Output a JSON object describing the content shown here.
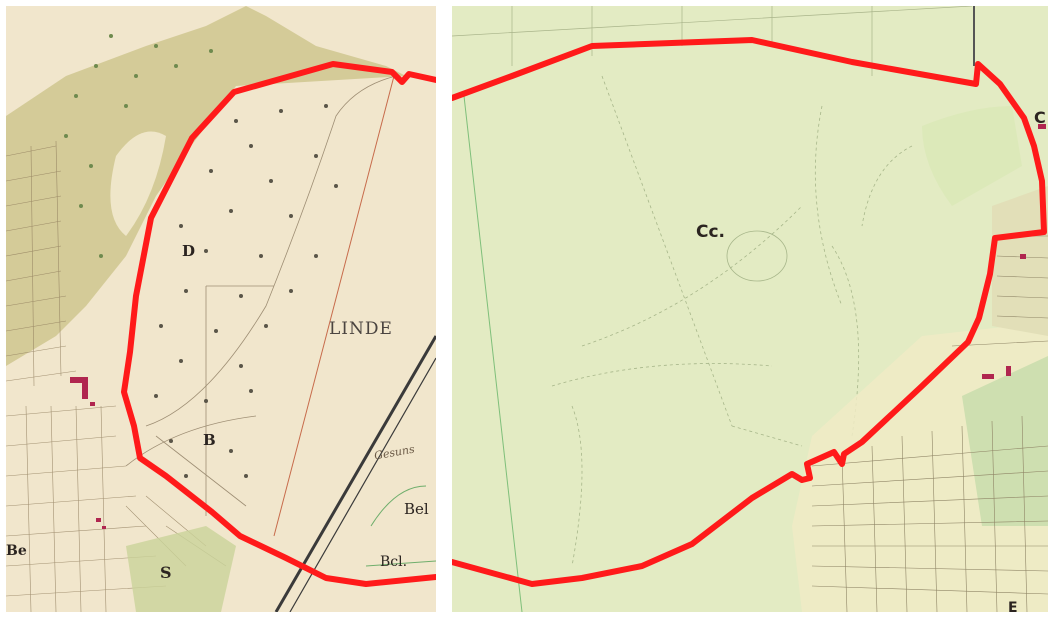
{
  "left_map": {
    "labels": {
      "d": "D",
      "b": "B",
      "s": "S",
      "be": "Be",
      "bel_top": "Bel",
      "bel_bottom": "Bcl.",
      "linde": "LINDE",
      "gesuns": "Gesuns"
    }
  },
  "right_map": {
    "labels": {
      "cc": "Cc.",
      "c": "C",
      "e": "E"
    }
  },
  "colors": {
    "boundary": "#ff1a1a",
    "paper_light": "#f3e9d2",
    "forest_olive": "#c9c489",
    "meadow_green": "#dfe9c0",
    "building": "#b0264f"
  }
}
